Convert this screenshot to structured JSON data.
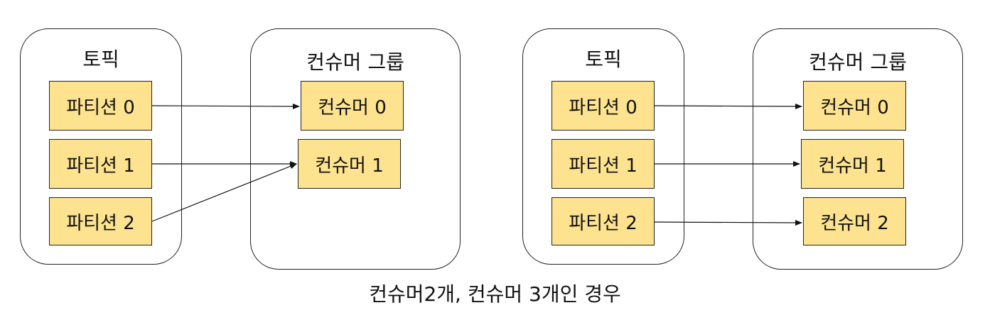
{
  "left": {
    "topic_title": "토픽",
    "consumer_group_title": "컨슈머 그룹",
    "partitions": [
      "파티션 0",
      "파티션 1",
      "파티션 2"
    ],
    "consumers": [
      "컨슈머 0",
      "컨슈머 1"
    ]
  },
  "right": {
    "topic_title": "토픽",
    "consumer_group_title": "컨슈머 그룹",
    "partitions": [
      "파티션 0",
      "파티션 1",
      "파티션 2"
    ],
    "consumers": [
      "컨슈머 0",
      "컨슈머 1",
      "컨슈머 2"
    ]
  },
  "caption": "컨슈머2개, 컨슈머 3개인 경우",
  "colors": {
    "node_fill": "#fde38f",
    "border": "#222222",
    "arrow": "#111111"
  }
}
